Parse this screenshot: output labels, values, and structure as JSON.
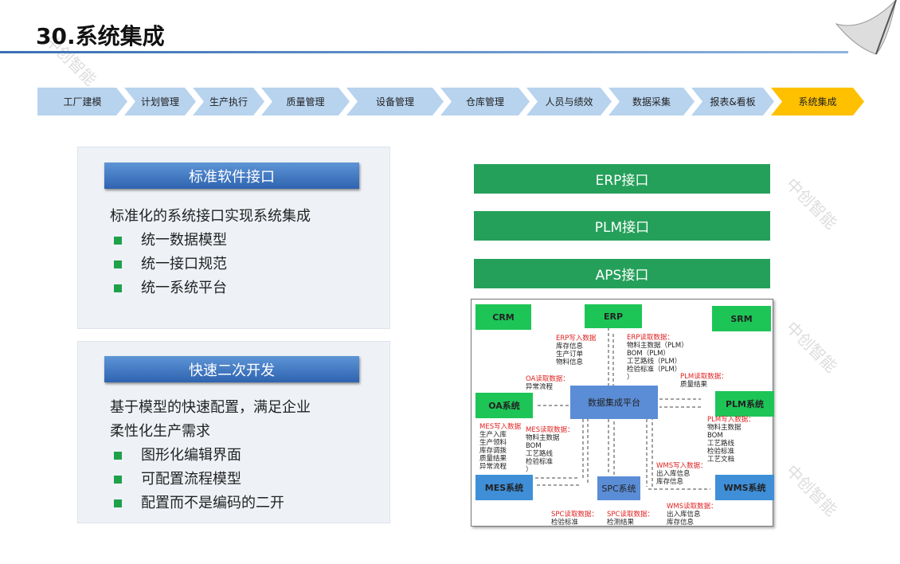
{
  "title": "30.系统集成",
  "nav": [
    "工厂建模",
    "计划管理",
    "生产执行",
    "质量管理",
    "设备管理",
    "仓库管理",
    "人员与绩效",
    "数据采集",
    "报表&看板",
    "系统集成"
  ],
  "panel1": {
    "header": "标准软件接口",
    "intro": "标准化的系统接口实现系统集成",
    "bullets": [
      "统一数据模型",
      "统一接口规范",
      "统一系统平台"
    ]
  },
  "panel2": {
    "header": "快速二次开发",
    "intro": [
      "基于模型的快速配置，满足企业",
      "柔性化生产需求"
    ],
    "bullets": [
      "图形化编辑界面",
      "可配置流程模型",
      "配置而不是编码的二开"
    ]
  },
  "interfaces": [
    "ERP接口",
    "PLM接口",
    "APS接口"
  ],
  "diagram": {
    "boxes": {
      "crm": "CRM",
      "erp": "ERP",
      "srm": "SRM",
      "oa": "OA系统",
      "hub": "数据集成平台",
      "plm": "PLM系统",
      "mes": "MES系统",
      "spc": "SPC系统",
      "wms": "WMS系统"
    },
    "erp_write": {
      "label": "ERP写入数据",
      "items": "库存信息\n生产订单\n物料信息"
    },
    "erp_read": {
      "label": "ERP读取数据：",
      "items": "物料主数据（PLM）\nBOM（PLM）\n工艺路线（PLM）\n检验标准（PLM）\n）"
    },
    "oa_read": {
      "label": "OA读取数据：",
      "items": "异常流程"
    },
    "plm_read": {
      "label": "PLM读取数据：",
      "items": "质量结果"
    },
    "plm_write": {
      "label": "PLM写入数据：",
      "items": "物料主数据\nBOM\n工艺路线\n检验标准\n工艺文档"
    },
    "mes_write": {
      "label": "MES写入数据",
      "items": "生产入库\n生产领料\n库存调拨\n质量结果\n异常流程"
    },
    "mes_read": {
      "label": "MES读取数据：",
      "items": "物料主数据\nBOM\n工艺路线\n检验标准\n）"
    },
    "wms_write": {
      "label": "WMS写入数据：",
      "items": "出入库信息\n库存信息"
    },
    "wms_read": {
      "label": "WMS读取数据：",
      "items": "出入库信息\n库存信息"
    },
    "spc_read1": {
      "label": "SPC读取数据：",
      "items": "检验标准"
    },
    "spc_read2": {
      "label": "SPC读取数据：",
      "items": "检测结果"
    }
  },
  "watermark": "中创智能"
}
